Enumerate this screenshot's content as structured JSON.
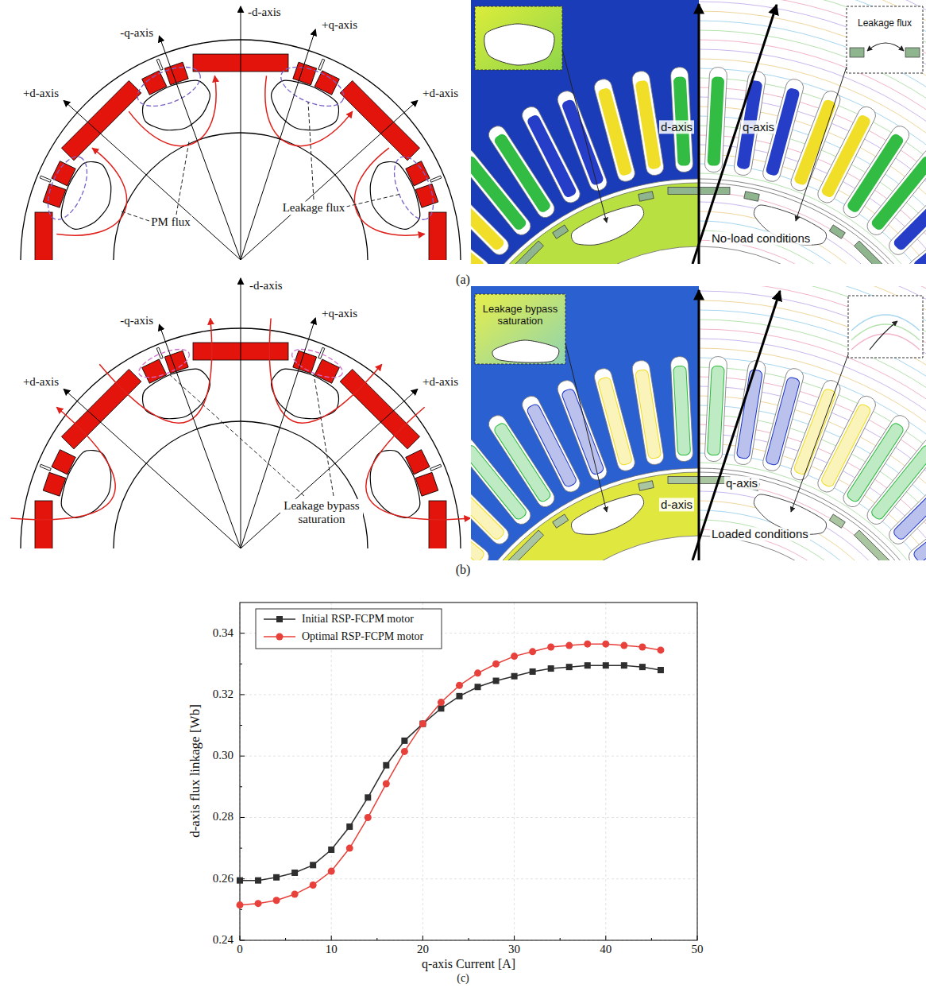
{
  "diagram": {
    "labels": [
      "-d-axis",
      "-q-axis",
      "+q-axis",
      "+d-axis",
      "+d-axis",
      "PM flux",
      "Leakage flux",
      "Leakage flux",
      "d-axis",
      "q-axis",
      "No-load conditions",
      "(a)",
      "-d-axis",
      "-q-axis",
      "+q-axis",
      "+d-axis",
      "+d-axis",
      "Leakage bypass saturation",
      "Leakage bypass saturation",
      "d-axis",
      "q-axis",
      "Loaded conditions",
      "(b)",
      "0.24",
      "0.26",
      "0.28",
      "0.30",
      "0.32",
      "0.34",
      "0",
      "10",
      "20",
      "30",
      "40",
      "50",
      "d-axis flux linkage [Wb]",
      "q-axis Current [A]",
      "(c)"
    ],
    "legend": [
      {
        "text": "Initial RSP-FCPM motor"
      },
      {
        "text": "Optimal RSP-FCPM motor"
      }
    ]
  }
}
